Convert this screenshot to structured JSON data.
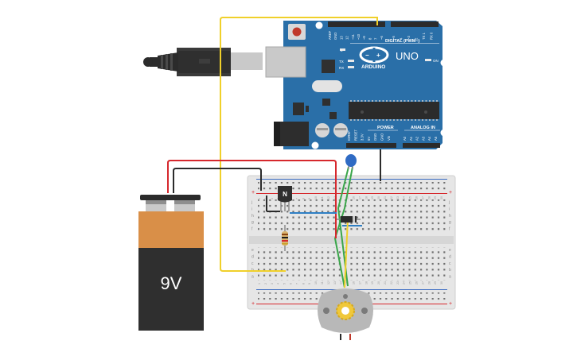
{
  "arduino": {
    "brand": "ARDUINO",
    "model": "UNO",
    "digital_label": "DIGITAL (PWM~)",
    "analog_label": "ANALOG IN",
    "power_label": "POWER",
    "on_label": "ON",
    "tx_label": "TX",
    "rx_label": "RX",
    "l_label": "L",
    "top_pins": [
      "AREF",
      "GND",
      "13",
      "12",
      "~11",
      "~10",
      "~9",
      "8",
      "7",
      "~6",
      "~5",
      "4",
      "~3",
      "2",
      "TX 1",
      "RX 0"
    ],
    "power_pins": [
      "IOREF",
      "RESET",
      "3.3V",
      "5V",
      "GND",
      "GND",
      "Vin"
    ],
    "analog_pins": [
      "A0",
      "A1",
      "A2",
      "A3",
      "A4",
      "A5"
    ]
  },
  "battery": {
    "label": "9V"
  },
  "transistor": {
    "label": "N"
  },
  "breadboard": {
    "rows_top": [
      "j",
      "i",
      "h",
      "g",
      "f"
    ],
    "rows_bottom": [
      "e",
      "d",
      "c",
      "b",
      "a"
    ],
    "columns": [
      "1",
      "2",
      "3",
      "4",
      "5",
      "6",
      "7",
      "8",
      "9",
      "10",
      "11",
      "12",
      "13",
      "14",
      "15",
      "16",
      "17",
      "18",
      "19",
      "20",
      "21",
      "22",
      "23",
      "24",
      "25",
      "26",
      "27",
      "28",
      "29",
      "30"
    ]
  },
  "colors": {
    "board": "#2a6fa8",
    "wire_red": "#d6282d",
    "wire_black": "#2b2b2b",
    "wire_yellow": "#f0d02a",
    "wire_green": "#3aa64a",
    "wire_blue": "#2f7fc4",
    "battery_top": "#d98f48",
    "battery_body": "#2f2f2f"
  }
}
